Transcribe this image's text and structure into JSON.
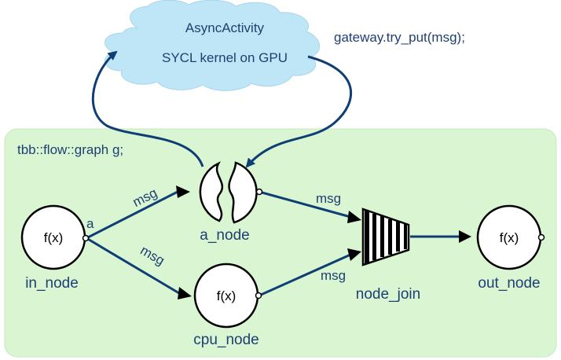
{
  "graph": {
    "label": "tbb::flow::graph g;",
    "background_color": "#d9f5d2"
  },
  "cloud": {
    "line1": "AsyncActivity",
    "line2": "SYCL kernel on GPU",
    "color": "#bfe6f7"
  },
  "gateway_label": "gateway.try_put(msg);",
  "nodes": {
    "in_node": {
      "function": "f(x)",
      "name": "in_node",
      "port_label": "a"
    },
    "a_node": {
      "name": "a_node"
    },
    "cpu_node": {
      "function": "f(x)",
      "name": "cpu_node"
    },
    "node_join": {
      "name": "node_join"
    },
    "out_node": {
      "function": "f(x)",
      "name": "out_node"
    }
  },
  "edges": {
    "in_to_a": "msg",
    "in_to_cpu": "msg",
    "a_to_join": "msg",
    "cpu_to_join": "msg"
  }
}
